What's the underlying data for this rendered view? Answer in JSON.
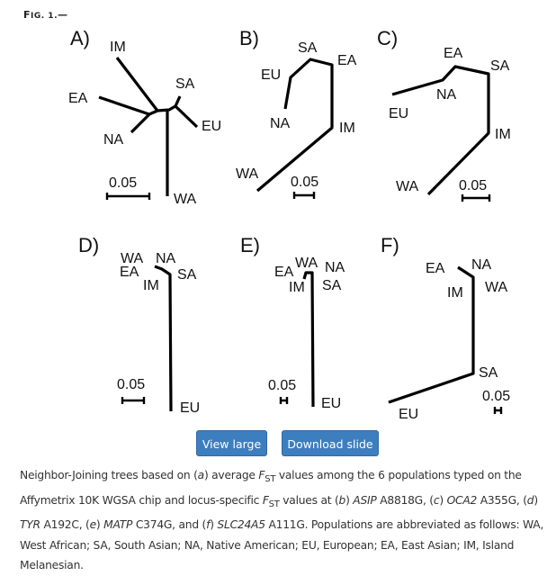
{
  "figure": {
    "label_prefix": "F",
    "label_rest": "IG. 1.",
    "label_dash": "—",
    "panels": [
      {
        "id": "A)",
        "scale": "0.05",
        "taxa": {
          "IM": "IM",
          "EA": "EA",
          "NA": "NA",
          "SA": "SA",
          "EU": "EU",
          "WA": "WA"
        }
      },
      {
        "id": "B)",
        "scale": "0.05",
        "taxa": {
          "SA": "SA",
          "EA": "EA",
          "EU": "EU",
          "NA": "NA",
          "IM": "IM",
          "WA": "WA"
        }
      },
      {
        "id": "C)",
        "scale": "0.05",
        "taxa": {
          "EA": "EA",
          "SA": "SA",
          "NA": "NA",
          "EU": "EU",
          "IM": "IM",
          "WA": "WA"
        }
      },
      {
        "id": "D)",
        "scale": "0.05",
        "taxa": {
          "WA": "WA",
          "NA": "NA",
          "EA": "EA",
          "IM": "IM",
          "SA": "SA",
          "EU": "EU"
        }
      },
      {
        "id": "E)",
        "scale": "0.05",
        "taxa": {
          "WA": "WA",
          "EA": "EA",
          "NA": "NA",
          "IM": "IM",
          "SA": "SA",
          "EU": "EU"
        }
      },
      {
        "id": "F)",
        "scale": "0.05",
        "taxa": {
          "EA": "EA",
          "NA": "NA",
          "IM": "IM",
          "WA": "WA",
          "SA": "SA",
          "EU": "EU"
        }
      }
    ]
  },
  "buttons": {
    "view_large": "View large",
    "download_slide": "Download slide"
  },
  "caption": {
    "t1": "Neighbor-Joining trees based on (",
    "a": "a",
    "t2": ") average ",
    "f1": "F",
    "st1": "ST",
    "t3": " values among the 6 populations typed on the Affymetrix 10K WGSA chip and locus-specific ",
    "f2": "F",
    "st2": "ST",
    "t4": " values at (",
    "b": "b",
    "t5": ") ",
    "asip": "ASIP",
    "t6": " A8818G, (",
    "c": "c",
    "t7": ") ",
    "oca2": "OCA2",
    "t8": " A355G, (",
    "d": "d",
    "t9": ") ",
    "tyr": "TYR",
    "t10": " A192C, (",
    "e": "e",
    "t11": ") ",
    "matp": "MATP",
    "t12": " C374G, and (",
    "f": "f",
    "t13": ") ",
    "slc": "SLC24A5",
    "t14": " A111G. Populations are abbreviated as follows: WA, West African; SA, South Asian; NA, Native American; EU, European; EA, East Asian; IM, Island Melanesian."
  },
  "colors": {
    "button": "#3d7ebf"
  }
}
